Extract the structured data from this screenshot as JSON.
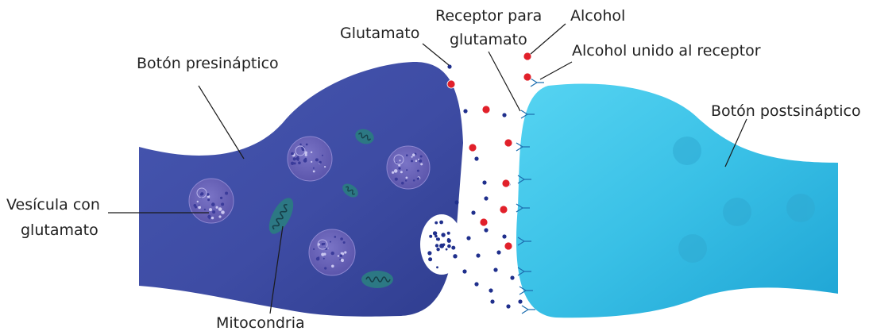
{
  "labels": {
    "presynaptic": "Botón presináptico",
    "glutamate": "Glutamato",
    "receptor_line1": "Receptor para",
    "receptor_line2": "glutamato",
    "alcohol": "Alcohol",
    "alcohol_bound": "Alcohol unido al receptor",
    "postsynaptic": "Botón postsináptico",
    "vesicle_line1": "Vesícula con",
    "vesicle_line2": "glutamato",
    "mitochondria": "Mitocondria"
  },
  "colors": {
    "presynaptic_fill": "#3f4ea6",
    "presynaptic_dark": "#2f3a8a",
    "postsynaptic_fill": "#3fc3e6",
    "vesicle_fill": "#6a63b8",
    "vesicle_dot": "#3a3b9a",
    "mito_fill": "#2c7884",
    "mito_inner": "#1c5a66",
    "glutamate_dot": "#1f2f8c",
    "alcohol_dot": "#e1202a",
    "receptor_stroke": "#1e6fb0",
    "exocytosis_fill": "#ffffff"
  }
}
